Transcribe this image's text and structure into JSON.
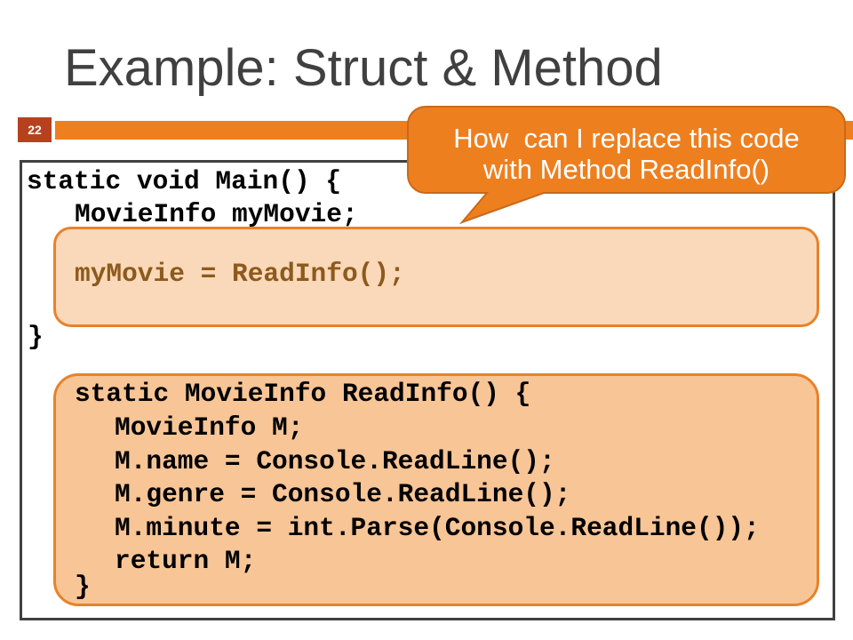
{
  "slide": {
    "title": "Example: Struct & Method",
    "page_number": "22"
  },
  "code": {
    "main_signature": "static void Main() {",
    "declaration": "MovieInfo myMovie;",
    "highlight_line": "myMovie = ReadInfo();",
    "main_close": "}",
    "method_lines": [
      "static MovieInfo ReadInfo() {",
      "MovieInfo M;",
      "M.name = Console.ReadLine();",
      "M.genre = Console.ReadLine();",
      "M.minute = int.Parse(Console.ReadLine());",
      "return M;",
      "}"
    ]
  },
  "callout": {
    "lines": [
      "How  can I replace this code",
      "with Method ReadInfo()"
    ]
  },
  "colors": {
    "title_text": "#404040",
    "accent": "#EE7F1F",
    "slide_number_bg": "#B7411F",
    "panel_border": "#404040",
    "box_border": "#E8822A",
    "highlight_box_fill": "#FAD8BA",
    "method_box_fill": "#F8C596",
    "code_text": "#000000",
    "highlight_code_text": "#8C5A1C",
    "callout_text": "#FFFFFF",
    "callout_border": "#C9691A"
  }
}
